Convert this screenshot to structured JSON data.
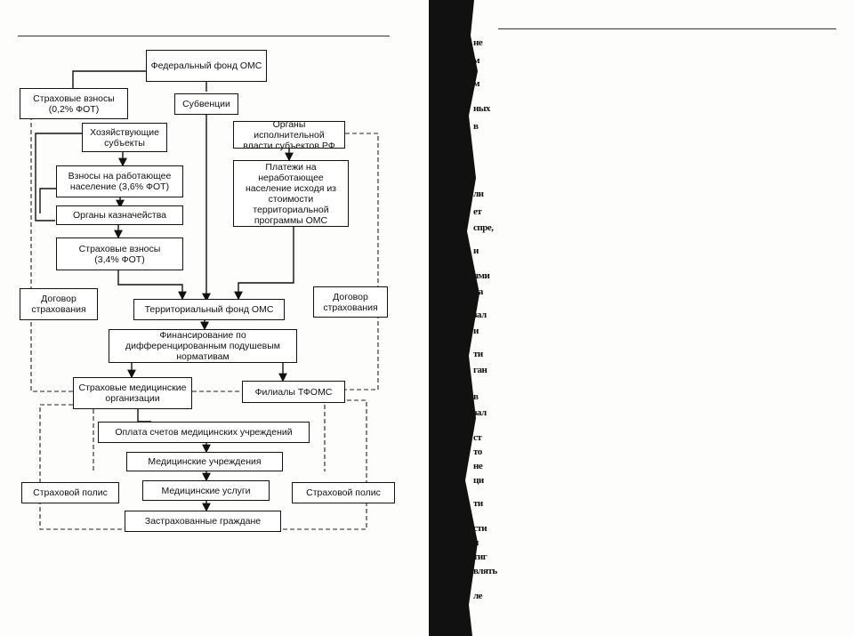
{
  "diagram": {
    "nodes": {
      "federal_fund": "Федеральный фонд ОМС",
      "insurance_contrib_top": "Страховые взносы\n(0,2% ФОТ)",
      "subsidies": "Субвенции",
      "business_entities": "Хозяйствующие\nсубъекты",
      "exec_authorities": "Органы исполнительной\nвласти субъектов РФ",
      "contrib_working": "Взносы на работающее\nнаселение (3,6% ФОТ)",
      "nonworking_payments": "Платежи на неработающее\nнаселение исходя из\nстоимости\nтерриториальной\nпрограммы ОМС",
      "treasury": "Органы казначейства",
      "insurance_contrib_mid": "Страховые взносы\n(3,4% ФОТ)",
      "territorial_fund": "Территориальный фонд ОМС",
      "financing": "Финансирование по\nдифференцированным подушевым\nнормативам",
      "insurance_orgs": "Страховые медицинские\nорганизации",
      "branches": "Филиалы ТФОМС",
      "invoice_payment": "Оплата счетов медицинских учреждений",
      "med_institutions": "Медицинские учреждения",
      "med_services": "Медицинские услуги",
      "insured_citizens": "Застрахованные граждане"
    },
    "labels": {
      "contract_left": "Договор\nстрахования",
      "contract_right": "Договор\nстрахования",
      "policy_left": "Страховой полис",
      "policy_right": "Страховой полис"
    }
  },
  "facing_page": {
    "fragments": [
      "не",
      "м",
      "м",
      "ных",
      "в",
      "ли",
      "ет",
      "спре,",
      "и",
      "ями",
      "на",
      "зал",
      "и",
      "ти",
      "ган",
      "в",
      "зал",
      "ст",
      "то",
      "не",
      "ци",
      "ти",
      "сти",
      "и",
      "тиг",
      "влять",
      "ле"
    ]
  }
}
